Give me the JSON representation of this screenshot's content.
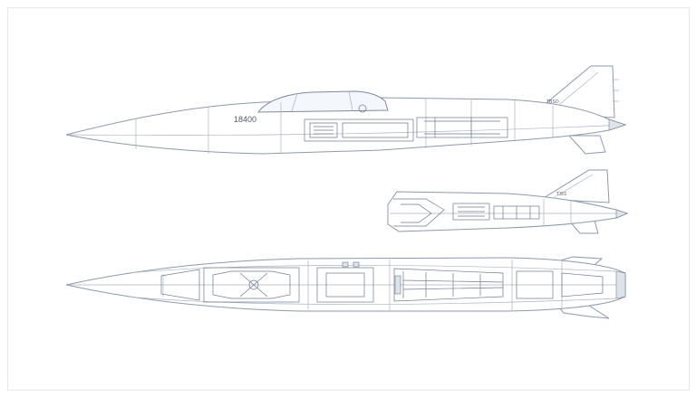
{
  "views": {
    "side": {
      "label": "18400",
      "tail_code": "TBSO"
    },
    "mid": {
      "tail_code": "T301"
    }
  }
}
